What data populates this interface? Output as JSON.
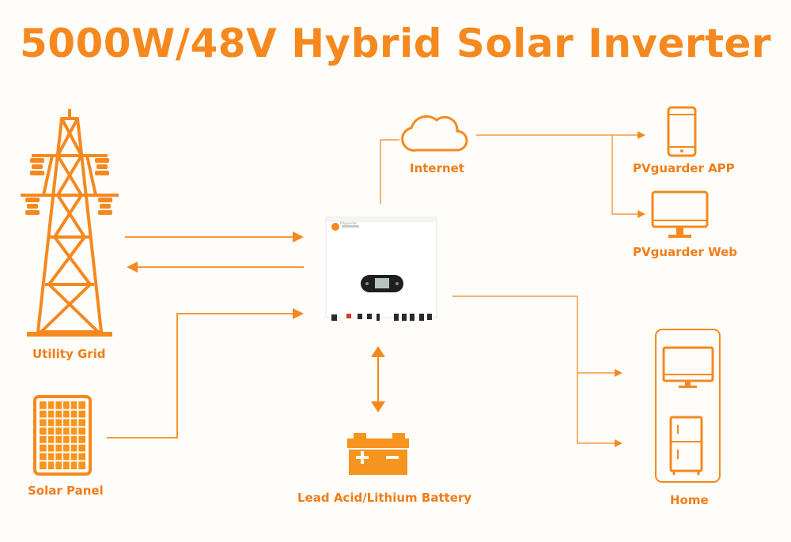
{
  "title": "5000W/48V Hybrid Solar Inverter",
  "nodes": {
    "utility_grid": "Utility Grid",
    "solar_panel": "Solar Panel",
    "internet": "Internet",
    "app": "PVguarder  APP",
    "web": "PVguarder  Web",
    "battery": "Lead Acid/Lithium Battery",
    "home": "Home"
  },
  "inverter": {
    "brand": "PVguarder"
  },
  "colors": {
    "accent": "#f5891f",
    "line": "#f59a3c",
    "fill": "#f7941d"
  },
  "icons": [
    "power-tower-icon",
    "solar-panel-icon",
    "cloud-icon",
    "phone-icon",
    "monitor-icon",
    "battery-icon",
    "home-icon",
    "fridge-icon",
    "tv-icon"
  ]
}
